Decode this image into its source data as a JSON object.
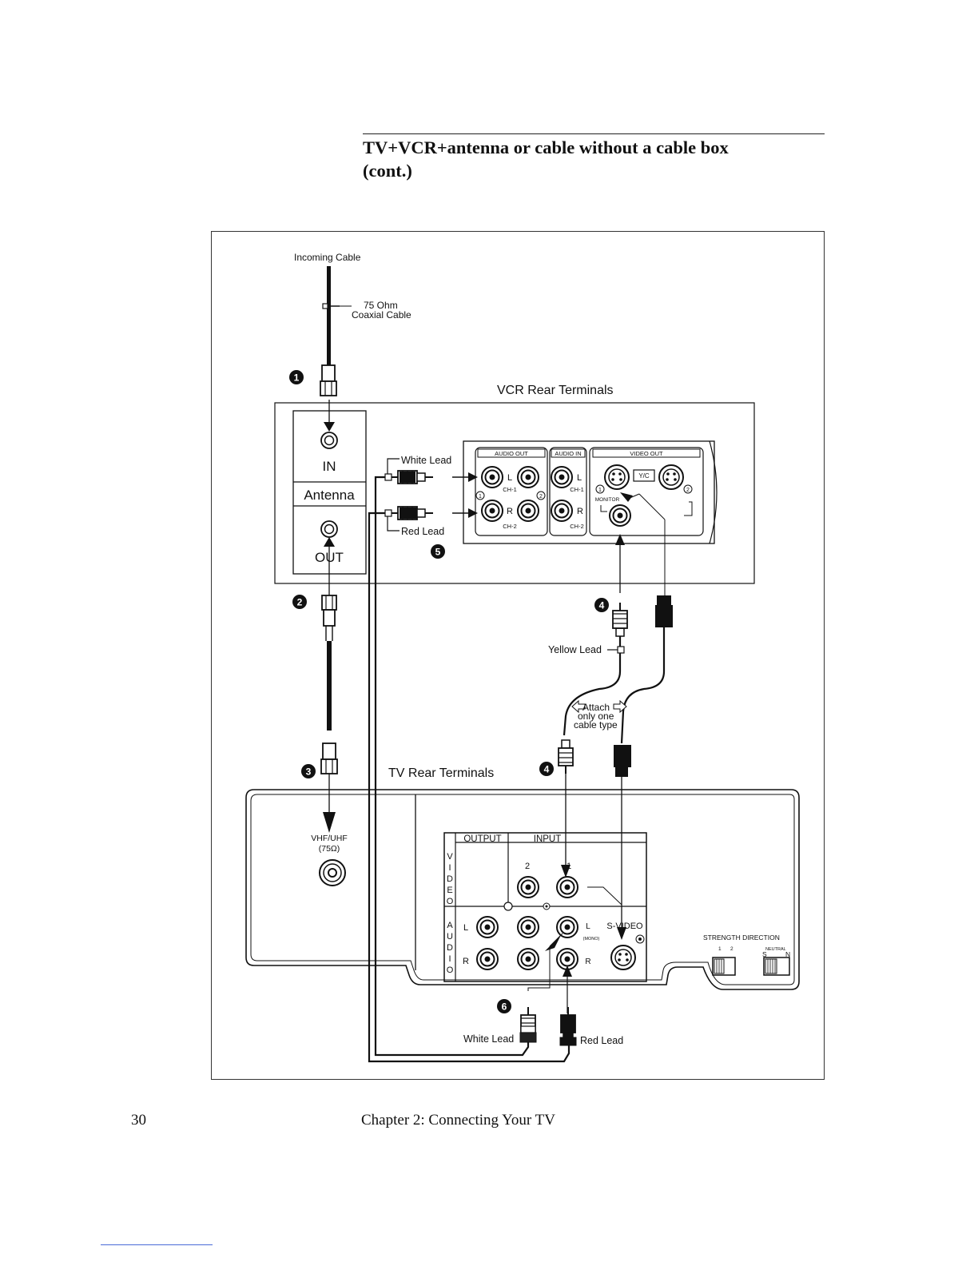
{
  "heading": {
    "line1": "TV+VCR+antenna or cable without a cable box",
    "line2": "(cont.)"
  },
  "figure": {
    "incoming_cable": "Incoming Cable",
    "coax_line1": "75 Ohm",
    "coax_line2": "Coaxial Cable",
    "vcr_rear_terminals": "VCR Rear Terminals",
    "tv_rear_terminals": "TV Rear Terminals",
    "antenna_in": "IN",
    "antenna_label": "Antenna",
    "antenna_out": "OUT",
    "white_lead": "White Lead",
    "red_lead": "Red Lead",
    "yellow_lead": "Yellow Lead",
    "attach_line1": "Attach",
    "attach_line2": "only one",
    "attach_line3": "cable type",
    "audio_out": "AUDIO OUT",
    "audio_in": "AUDIO IN",
    "video_out": "VIDEO OUT",
    "l": "L",
    "r": "R",
    "ch1": "CH-1",
    "ch2": "CH-2",
    "monitor": "MONITOR",
    "yc": "Y/C",
    "circled1": "1",
    "circled2": "2",
    "vhf_uhf": "VHF/UHF",
    "ohm75": "(75Ω)",
    "output": "OUTPUT",
    "input": "INPUT",
    "video_vertical": [
      "V",
      "I",
      "D",
      "E",
      "O"
    ],
    "audio_vertical": [
      "A",
      "U",
      "D",
      "I",
      "O"
    ],
    "input_2": "2",
    "input_1": "1",
    "mono": "(MONO)",
    "s_video": "S-VIDEO",
    "strength_direction": "STRENGTH DIRECTION",
    "strength_1": "1",
    "strength_2": "2",
    "neutral": "NEUTRAL",
    "direction_s": "S",
    "direction_n": "N",
    "step1": "1",
    "step2": "2",
    "step3": "3",
    "step4": "4",
    "step5": "5",
    "step6": "6"
  },
  "footer": {
    "page_number": "30",
    "chapter": "Chapter 2:  Connecting Your TV"
  }
}
